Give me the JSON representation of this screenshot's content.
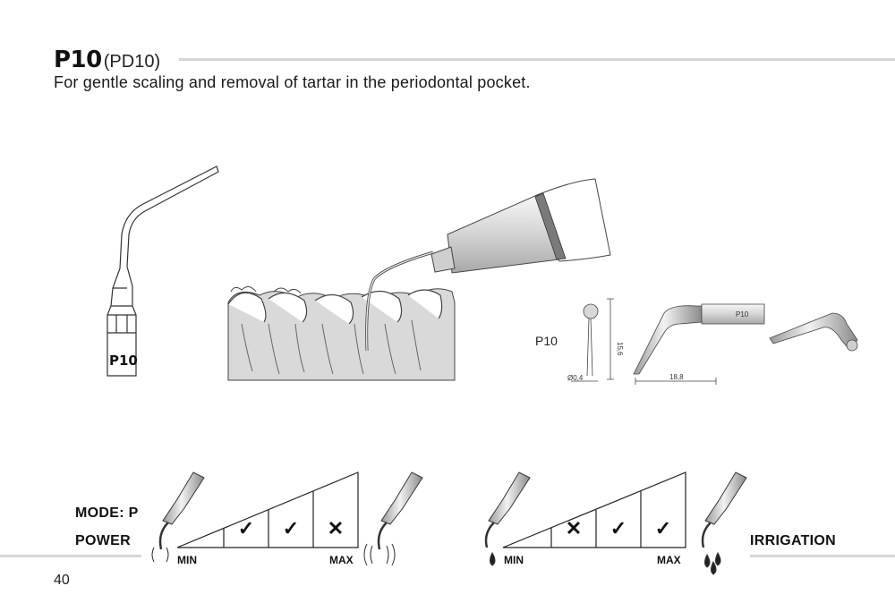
{
  "header": {
    "code": "P10",
    "alt_code": "(PD10)",
    "description": "For gentle scaling and removal of tartar in the periodontal pocket."
  },
  "illustration": {
    "tip_engraving": "P10"
  },
  "tech_drawing": {
    "model_label": "P10",
    "dim_length": "15,6",
    "dim_diameter": "Ø0,4",
    "dim_width": "18,8",
    "shank_marking": "P10"
  },
  "settings": {
    "mode_label": "MODE: P",
    "power": {
      "label": "POWER",
      "min_label": "MIN",
      "max_label": "MAX",
      "marks": [
        "✓",
        "✓",
        "✕"
      ]
    },
    "irrigation": {
      "label": "IRRIGATION",
      "min_label": "MIN",
      "max_label": "MAX",
      "marks": [
        "✕",
        "✓",
        "✓"
      ]
    }
  },
  "footer": {
    "page_number": "40"
  }
}
